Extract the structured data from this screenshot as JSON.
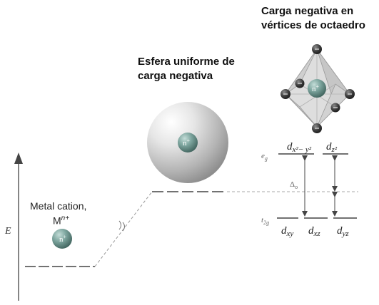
{
  "headings": {
    "octahedral": [
      "Carga negativa en",
      "vértices de octaedro"
    ],
    "sphere": [
      "Esfera uniforme de",
      "carga negativa"
    ]
  },
  "cation": {
    "label_line1": "Metal cation,",
    "label_symbol": "M",
    "label_charge": "n+"
  },
  "ion_label": {
    "base": "n",
    "charge": "+"
  },
  "axis": {
    "energy_label": "E"
  },
  "levels": {
    "eg_label": {
      "base": "e",
      "sub": "g"
    },
    "t2g_label": {
      "base": "t",
      "sub": "2g"
    },
    "delta_label": {
      "base": "Δ",
      "sub": "o"
    },
    "eg_orbitals": {
      "dx2y2": {
        "base": "d",
        "sub": "x²− y²"
      },
      "dz2": {
        "base": "d",
        "sub": "z²"
      }
    },
    "t2g_orbitals": [
      {
        "base": "d",
        "sub": "xy"
      },
      {
        "base": "d",
        "sub": "xz"
      },
      {
        "base": "d",
        "sub": "yz"
      }
    ]
  },
  "colors": {
    "ion_fill": "#6f9892",
    "sphere_fill": "#c9c9c9",
    "line": "#444444",
    "dashed": "#999999",
    "text": "#222222",
    "octahedron_fill": "#d9d9d9",
    "ligand_fill": "#3a3a3a"
  }
}
